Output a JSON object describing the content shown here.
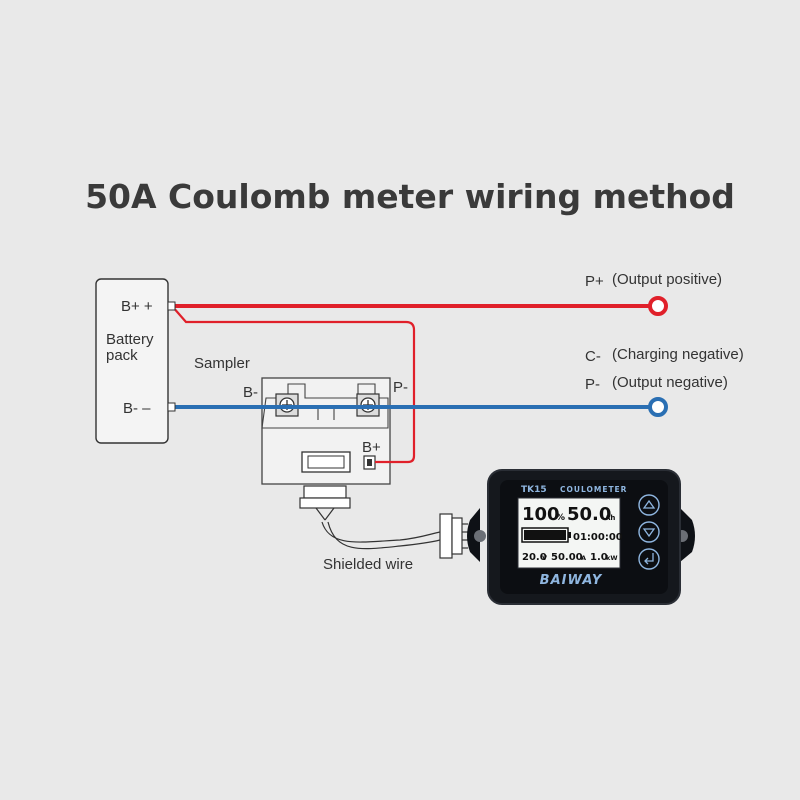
{
  "title": "50A Coulomb meter wiring method",
  "battery": {
    "label_line1": "Battery",
    "label_line2": "pack",
    "pos_terminal": "B+  +",
    "neg_terminal": "B-  –"
  },
  "sampler": {
    "label": "Sampler",
    "b_minus": "B-",
    "p_minus": "P-",
    "b_plus": "B+"
  },
  "outputs": {
    "p_plus": "P+",
    "p_plus_desc": "(Output positive)",
    "c_minus": "C-",
    "c_minus_desc": "(Charging negative)",
    "p_minus": "P-",
    "p_minus_desc": "(Output negative)"
  },
  "wire_label": "Shielded wire",
  "meter": {
    "model": "TK15",
    "type": "COULOMETER",
    "percent": "100",
    "percent_unit": "%",
    "capacity": "50.0",
    "capacity_unit": "Ah",
    "time": "01:00:00",
    "voltage": "20.0",
    "voltage_unit": "V",
    "current": "50.00",
    "current_unit": "A",
    "power": "1.0",
    "power_unit": "kW",
    "brand": "BAIWAY",
    "battery_level": 1.0
  },
  "colors": {
    "positive_wire": "#e0202a",
    "negative_wire": "#2a6fb3",
    "background": "#e9e9e9"
  }
}
